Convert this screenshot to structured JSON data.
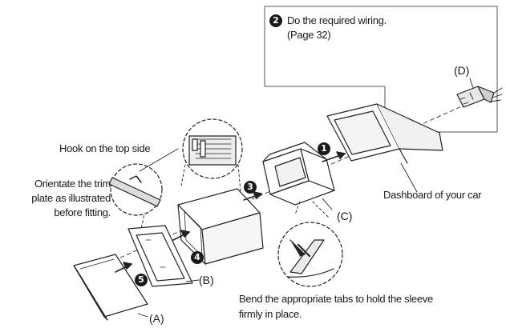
{
  "callout": {
    "step_number": "2",
    "line1": "Do the required wiring.",
    "line2": "(Page 32)"
  },
  "labels": {
    "hook": "Hook on the top side",
    "orientate_line1": "Orientate the trim",
    "orientate_line2": "plate as illustrated",
    "orientate_line3": "before fitting.",
    "dashboard": "Dashboard of your car",
    "bend_line1": "Bend the appropriate tabs to hold the sleeve",
    "bend_line2": "firmly in place."
  },
  "parts": {
    "a": "(A)",
    "b": "(B)",
    "c": "(C)",
    "d": "(D)"
  },
  "steps": {
    "s1": "1",
    "s3": "3",
    "s4": "4",
    "s5": "5"
  }
}
